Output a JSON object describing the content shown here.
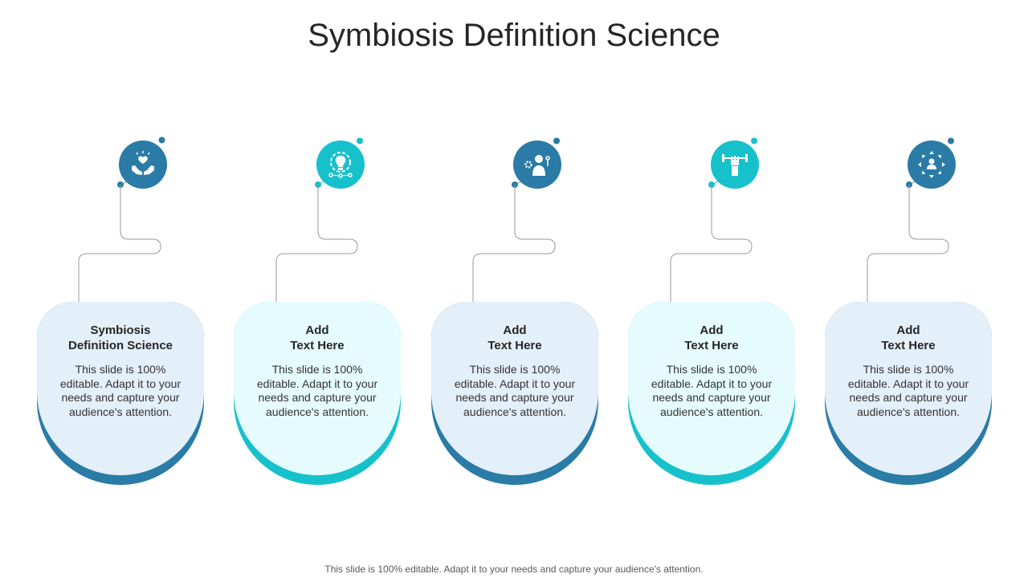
{
  "title": "Symbiosis Definition Science",
  "footer": "This slide is 100% editable. Adapt it to your needs and capture your audience's attention.",
  "colors": {
    "dark": "#2a7ba6",
    "light": "#17c1cc",
    "dark_card": "#e3eff9",
    "light_card": "#e5fbfd",
    "line": "#9a9a9a"
  },
  "items": [
    {
      "heading": "Symbiosis\nDefinition Science",
      "body": "This slide is 100% editable. Adapt it to your needs and capture your audience's attention.",
      "icon": "hands-heart-icon",
      "theme": "dark"
    },
    {
      "heading": "Add\nText Here",
      "body": "This slide is 100% editable. Adapt it to your needs and capture your audience's attention.",
      "icon": "lightbulb-gear-icon",
      "theme": "light"
    },
    {
      "heading": "Add\nText Here",
      "body": "This slide is 100% editable. Adapt it to your needs and capture your audience's attention.",
      "icon": "scientist-icon",
      "theme": "dark"
    },
    {
      "heading": "Add\nText Here",
      "body": "This slide is 100% editable. Adapt it to your needs and capture your audience's attention.",
      "icon": "fist-barbell-icon",
      "theme": "light"
    },
    {
      "heading": "Add\nText Here",
      "body": "This slide is 100% editable. Adapt it to your needs and capture your audience's attention.",
      "icon": "user-arrows-icon",
      "theme": "dark"
    }
  ]
}
